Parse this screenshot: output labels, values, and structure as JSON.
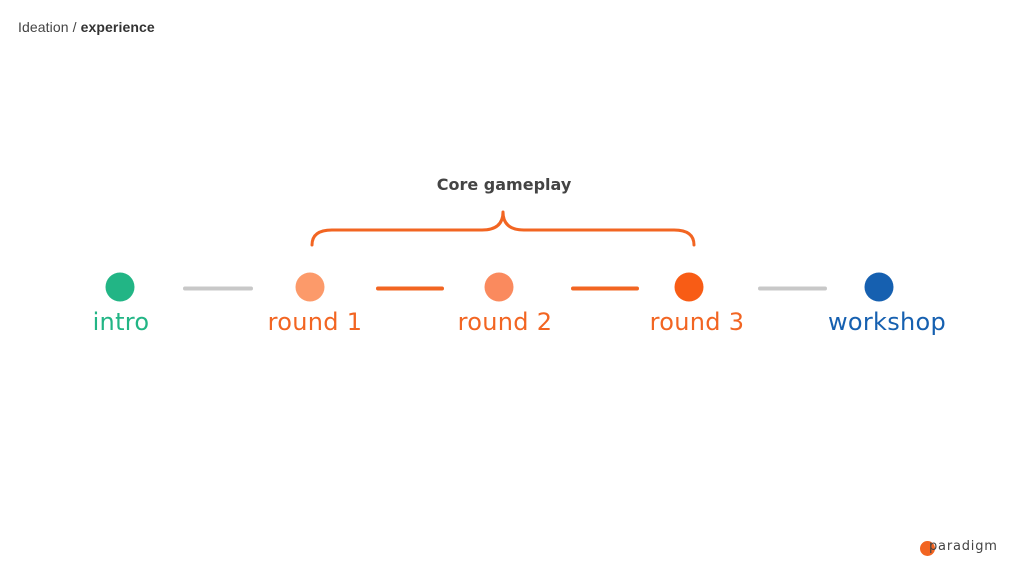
{
  "breadcrumb": {
    "parent": "Ideation",
    "separator": "/",
    "current": "experience"
  },
  "group": {
    "label": "Core gameplay",
    "color": "#f26522"
  },
  "stages": [
    {
      "label": "intro",
      "color": "#22b585"
    },
    {
      "label": "round 1",
      "color": "#fc9a6a"
    },
    {
      "label": "round 2",
      "color": "#fa8a5e"
    },
    {
      "label": "round 3",
      "color": "#f85c15"
    },
    {
      "label": "workshop",
      "color": "#1660b0"
    }
  ],
  "connectors": [
    {
      "color": "#c8c8c8"
    },
    {
      "color": "#f26522"
    },
    {
      "color": "#f26522"
    },
    {
      "color": "#c8c8c8"
    }
  ],
  "label_colors": {
    "intro": "#22b585",
    "rounds": "#f26522",
    "workshop": "#1660b0"
  },
  "logo": {
    "text": "paradigm",
    "dot_color": "#f26522",
    "icon": "paradigm-logo-mark"
  }
}
